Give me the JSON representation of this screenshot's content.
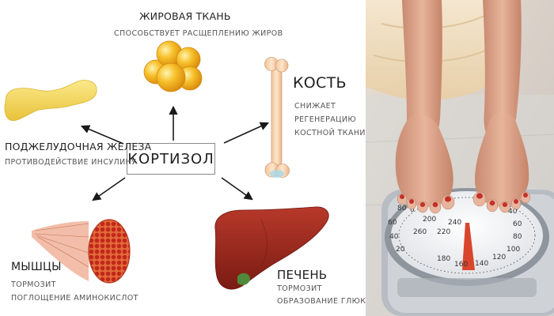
{
  "center": {
    "label": "КОРТИЗОЛ"
  },
  "fat": {
    "title": "ЖИРОВАЯ ТКАНЬ",
    "effect": "СПОСОБСТВУЕТ РАСЩЕПЛЕНИЮ ЖИРОВ"
  },
  "bone": {
    "title": "КОСТЬ",
    "effect_line1": "СНИЖАЕТ",
    "effect_line2": "РЕГЕНЕРАЦИЮ",
    "effect_line3": "КОСТНОЙ ТКАНИ"
  },
  "pancreas": {
    "title": "ПОДЖЕЛУДОЧНАЯ ЖЕЛЕЗА",
    "effect": "ПРОТИВОДЕЙСТВИЕ ИНСУЛИНУ"
  },
  "muscles": {
    "title": "МЫШЦЫ",
    "effect_line1": "ТОРМОЗИТ",
    "effect_line2": "ПОГЛОЩЕНИЕ АМИНОКИСЛОТ"
  },
  "liver": {
    "title": "ПЕЧЕНЬ",
    "effect_line1": "ТОРМОЗИТ",
    "effect_line2": "ОБРАЗОВАНИЕ ГЛЮКОЗЫ"
  },
  "scale": {
    "dial_numbers": [
      "80",
      "60",
      "40",
      "20",
      "0",
      "200",
      "180",
      "160",
      "140",
      "120",
      "100",
      "80",
      "60",
      "40",
      "20",
      "0",
      "220",
      "240",
      "260"
    ]
  },
  "colors": {
    "fat": "#f4b41a",
    "bone": "#f7d7b5",
    "pancreas": "#f6dc5c",
    "liver": "#9c2a1f",
    "muscle": "#c9361f",
    "arrow": "#1a1a1a"
  }
}
